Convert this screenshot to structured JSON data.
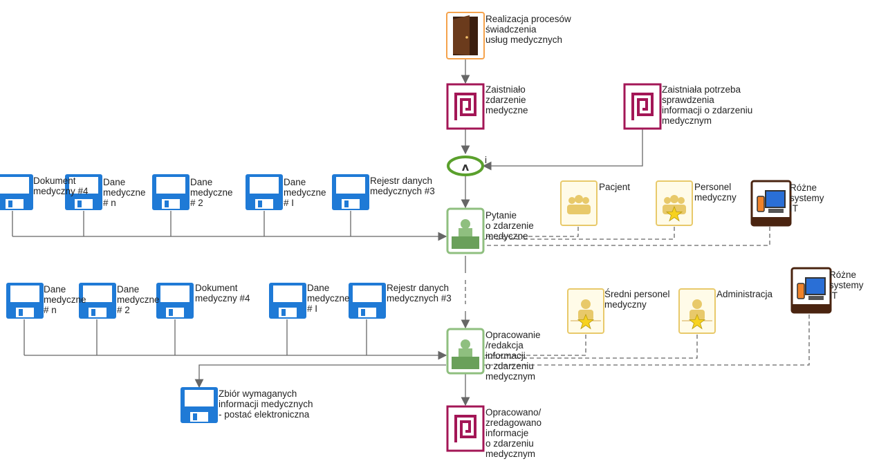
{
  "colors": {
    "event": "#a31656",
    "function": "#8fbf7f",
    "document": "#1f7ad6",
    "role": "#e8c96a",
    "system": "#4a2410",
    "connector": "#5aa02c",
    "start": "#f5a24b",
    "line": "#666666"
  },
  "start_event": {
    "label": "Realizacja procesów\nświadczenia\nusług medycznych"
  },
  "event_medical": {
    "label": "Zaistniało\nzdarzenie\nmedyczne"
  },
  "event_need": {
    "label": "Zaistniała potrzeba\nsprawdzenia\ninformacji o zdarzeniu\nmedycznym"
  },
  "connector": {
    "symbol": "ʌ",
    "label": "i"
  },
  "function_query": {
    "label": "Pytanie\no zdarzenie\nmedyczne"
  },
  "function_edit": {
    "label": "Opracowanie\n/redakcja\ninformacji\no zdarzeniu\nmedycznym"
  },
  "event_end": {
    "label": "Opracowano/\nzredagowano\ninformacje\no zdarzeniu\nmedycznym"
  },
  "output_doc": {
    "label": "Zbiór wymaganych\ninformacji medycznych\n- postać elektroniczna"
  },
  "docs_row1": [
    {
      "label": "Dokument\nmedyczny #4"
    },
    {
      "label": "Dane\nmedyczne\n# n"
    },
    {
      "label": "Dane\nmedyczne\n# 2"
    },
    {
      "label": "Dane\nmedyczne\n# I"
    },
    {
      "label": "Rejestr danych\nmedycznych #3"
    }
  ],
  "docs_row2": [
    {
      "label": "Dane\nmedyczne\n# n"
    },
    {
      "label": "Dane\nmedyczne\n# 2"
    },
    {
      "label": "Dokument\nmedyczny #4"
    },
    {
      "label": "Dane\nmedyczne\n# I"
    },
    {
      "label": "Rejestr danych\nmedycznych #3"
    }
  ],
  "roles_row1": [
    {
      "label": "Pacjent",
      "icon": "group-icon"
    },
    {
      "label": "Personel\nmedyczny",
      "icon": "group-star-icon"
    }
  ],
  "roles_row2": [
    {
      "label": "Średni personel\nmedyczny",
      "icon": "person-star-icon"
    },
    {
      "label": "Administracja",
      "icon": "person-star-icon"
    }
  ],
  "system1": {
    "label": "Różne\nsystemy\nIT",
    "icon": "computer-icon"
  },
  "system2": {
    "label": "Różne\nsystemy\nIT",
    "icon": "computer-icon"
  }
}
